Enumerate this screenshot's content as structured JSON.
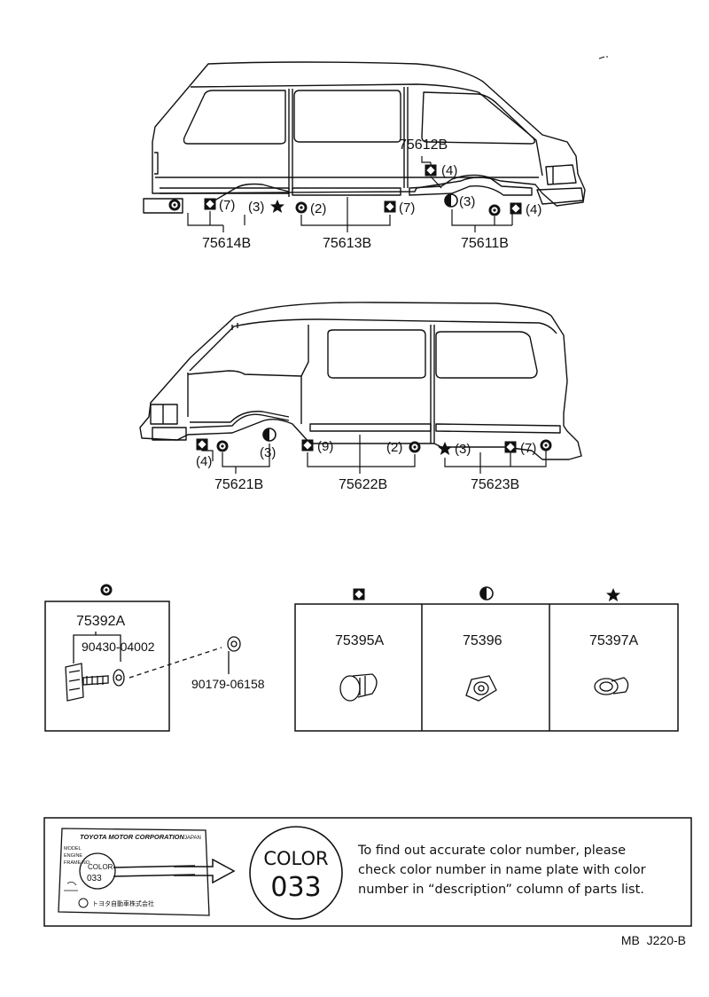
{
  "top_view": {
    "callouts": [
      {
        "part": "75612B",
        "qty": "(4)"
      },
      {
        "part": "75614B",
        "qty_a": "(7)",
        "qty_b": "(3)"
      },
      {
        "part": "75613B",
        "qty_a": "(2)",
        "qty_b": "(7)"
      },
      {
        "part": "75611B",
        "qty_a": "(3)",
        "qty_b": "(4)"
      }
    ]
  },
  "bottom_view": {
    "callouts": [
      {
        "part": "75621B",
        "qty_a": "(4)",
        "qty_b": "(3)"
      },
      {
        "part": "75622B",
        "qty_a": "(9)",
        "qty_b": "(2)"
      },
      {
        "part": "75623B",
        "qty_a": "(3)",
        "qty_b": "(7)"
      }
    ]
  },
  "clip_box": {
    "assembly": "75392A",
    "screw": "90430-04002",
    "nut": "90179-06158",
    "symbol_icon": "bullseye-icon"
  },
  "fasteners": [
    {
      "part": "75395A",
      "symbol_icon": "diamond-in-square-icon"
    },
    {
      "part": "75396",
      "symbol_icon": "half-circle-icon"
    },
    {
      "part": "75397A",
      "symbol_icon": "star-icon"
    }
  ],
  "color_note": {
    "plate_title": "TOYOTA MOTOR CORPORATION",
    "plate_country": "JAPAN",
    "plate_fields": [
      "MODEL",
      "ENGINE",
      "FRAME NO."
    ],
    "plate_color_word": "COLOR",
    "plate_color_code": "033",
    "plate_footer": "トヨタ自動車株式会社",
    "badge_word": "COLOR",
    "badge_code": "033",
    "lines": [
      "To find out accurate color number, please",
      "check color number in name plate with color",
      "number in “description” column of parts list."
    ]
  },
  "drawing_code": "MB  J220-B"
}
